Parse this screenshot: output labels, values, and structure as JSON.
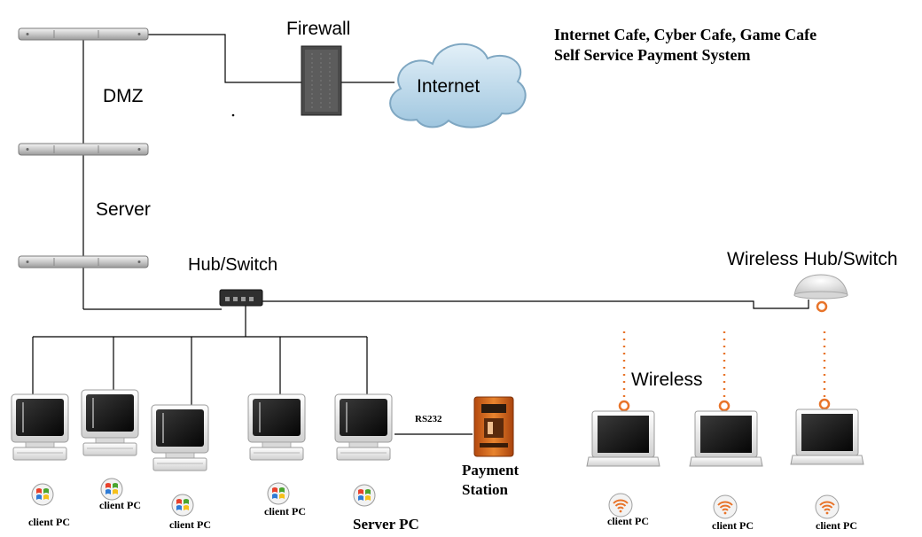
{
  "title": {
    "line1": "Internet Cafe, Cyber Cafe, Game Cafe",
    "line2": "Self Service Payment System"
  },
  "labels": {
    "firewall": "Firewall",
    "internet": "Internet",
    "dmz": "DMZ",
    "server": "Server",
    "hub_switch": "Hub/Switch",
    "wireless_hub_switch": "Wireless Hub/Switch",
    "wireless": "Wireless",
    "rs232": "RS232",
    "payment_station_line1": "Payment",
    "payment_station_line2": "Station"
  },
  "wired_pcs": [
    {
      "label": "client PC"
    },
    {
      "label": "client PC"
    },
    {
      "label": "client PC"
    },
    {
      "label": "client PC"
    },
    {
      "label": "Server PC"
    }
  ],
  "wireless_pcs": [
    {
      "label": "client PC"
    },
    {
      "label": "client PC"
    },
    {
      "label": "client PC"
    }
  ],
  "icons": {
    "rack_server": "rack-server-icon",
    "firewall": "firewall-icon",
    "cloud": "cloud-icon",
    "hub": "hub-switch-icon",
    "wireless_router": "wireless-router-icon",
    "monitor": "crt-monitor-icon",
    "laptop": "laptop-icon",
    "windows_logo": "windows-logo-icon",
    "wifi_badge": "wifi-icon",
    "payment_kiosk": "payment-kiosk-icon"
  },
  "colors": {
    "cloud_fill": "#bcd8ea",
    "wireless_accent": "#e8742a",
    "kiosk_body": "#d8641c",
    "line": "#000000"
  }
}
